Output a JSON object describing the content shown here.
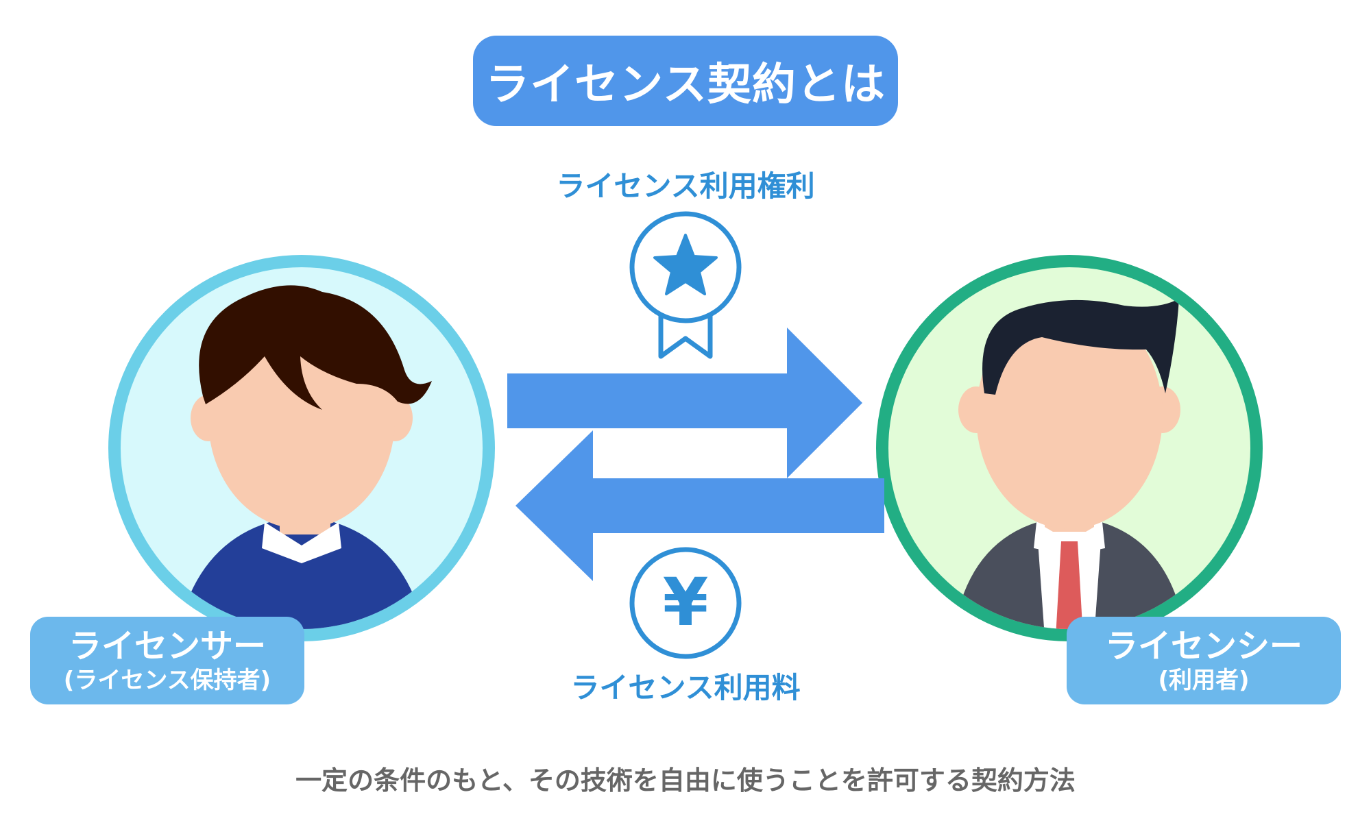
{
  "title": "ライセンス契約とは",
  "flow": {
    "rights_label": "ライセンス利用権利",
    "fee_label": "ライセンス利用料",
    "currency_symbol": "¥"
  },
  "licensor": {
    "name": "ライセンサー",
    "role": "(ライセンス保持者)"
  },
  "licensee": {
    "name": "ライセンシー",
    "role": "(利用者)"
  },
  "caption": "一定の条件のもと、その技術を自由に使うことを許可する契約方法",
  "colors": {
    "title_bg": "#5096ea",
    "arrow": "#5096ea",
    "label_text": "#2f8fd6",
    "licensor_ring": "#6bcfe8",
    "licensor_bg": "#d7f9fc",
    "licensee_ring": "#22ae84",
    "licensee_bg": "#e2fcd8",
    "party_box": "#6cb8ec"
  },
  "icons": [
    "star-medal-icon",
    "yen-coin-icon"
  ]
}
